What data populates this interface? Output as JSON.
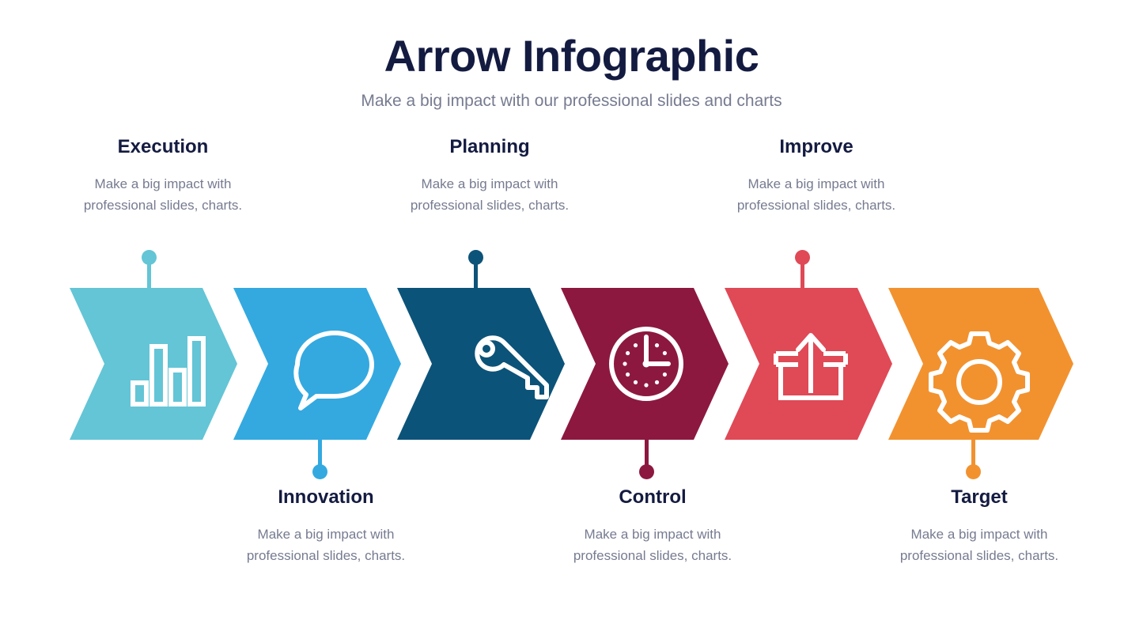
{
  "header": {
    "title": "Arrow Infographic",
    "subtitle": "Make a big impact with our professional slides and charts",
    "title_color": "#141B41",
    "subtitle_color": "#767B90"
  },
  "palette": {
    "teal": "#63C5D6",
    "sky_blue": "#33A9E0",
    "deep_blue": "#0C5379",
    "maroon": "#8C1840",
    "coral": "#E04956",
    "orange": "#F2922F",
    "background": "#FFFFFF",
    "icon_stroke": "#FFFFFF"
  },
  "steps": [
    {
      "index": 1,
      "title": "Execution",
      "description": "Make a big impact with professional slides, charts.",
      "color": "#63C5D6",
      "icon": "bar-chart-icon",
      "label_position": "top"
    },
    {
      "index": 2,
      "title": "Innovation",
      "description": "Make a big impact with professional slides, charts.",
      "color": "#33A9E0",
      "icon": "speech-bubble-icon",
      "label_position": "bottom"
    },
    {
      "index": 3,
      "title": "Planning",
      "description": "Make a big impact with professional slides, charts.",
      "color": "#0C5379",
      "icon": "key-icon",
      "label_position": "top"
    },
    {
      "index": 4,
      "title": "Control",
      "description": "Make a big impact with professional slides, charts.",
      "color": "#8C1840",
      "icon": "clock-icon",
      "label_position": "bottom"
    },
    {
      "index": 5,
      "title": "Improve",
      "description": "Make a big impact with professional slides, charts.",
      "color": "#E04956",
      "icon": "upload-box-icon",
      "label_position": "top"
    },
    {
      "index": 6,
      "title": "Target",
      "description": "Make a big impact with professional slides, charts.",
      "color": "#F2922F",
      "icon": "gear-icon",
      "label_position": "bottom"
    }
  ]
}
